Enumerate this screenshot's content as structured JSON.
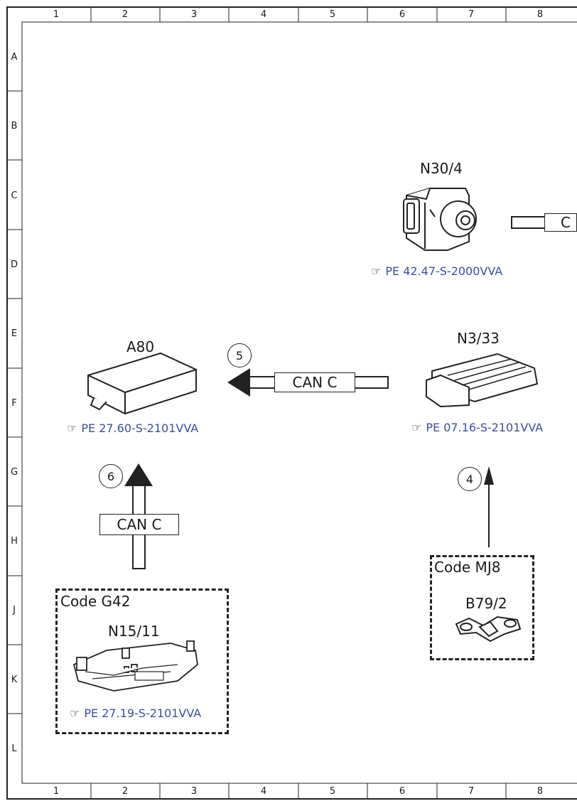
{
  "frame": {
    "columns": [
      "1",
      "2",
      "3",
      "4",
      "5",
      "6",
      "7",
      "8"
    ],
    "rows": [
      "A",
      "B",
      "C",
      "D",
      "E",
      "F",
      "G",
      "H",
      "J",
      "K",
      "L"
    ]
  },
  "components": {
    "n30_4": {
      "label": "N30/4",
      "ref": "PE 42.47-S-2000VVA"
    },
    "a80": {
      "label": "A80",
      "ref": "PE 27.60-S-2101VVA"
    },
    "n3_33": {
      "label": "N3/33",
      "ref": "PE 07.16-S-2101VVA"
    },
    "n15_11": {
      "label": "N15/11",
      "ref": "PE 27.19-S-2101VVA"
    },
    "b79_2": {
      "label": "B79/2"
    }
  },
  "code_boxes": {
    "g42": "Code G42",
    "mj8": "Code MJ8"
  },
  "bus": {
    "can_c_top": "CAN C",
    "can_c_right_partial": "C",
    "can_c_vertical": "CAN C"
  },
  "steps": {
    "s4": "4",
    "s5": "5",
    "s6": "6"
  },
  "colors": {
    "reference_link": "#3b4f9b",
    "line": "#1a1a1a"
  },
  "icons": {
    "reference": "pointing-hand-icon"
  }
}
